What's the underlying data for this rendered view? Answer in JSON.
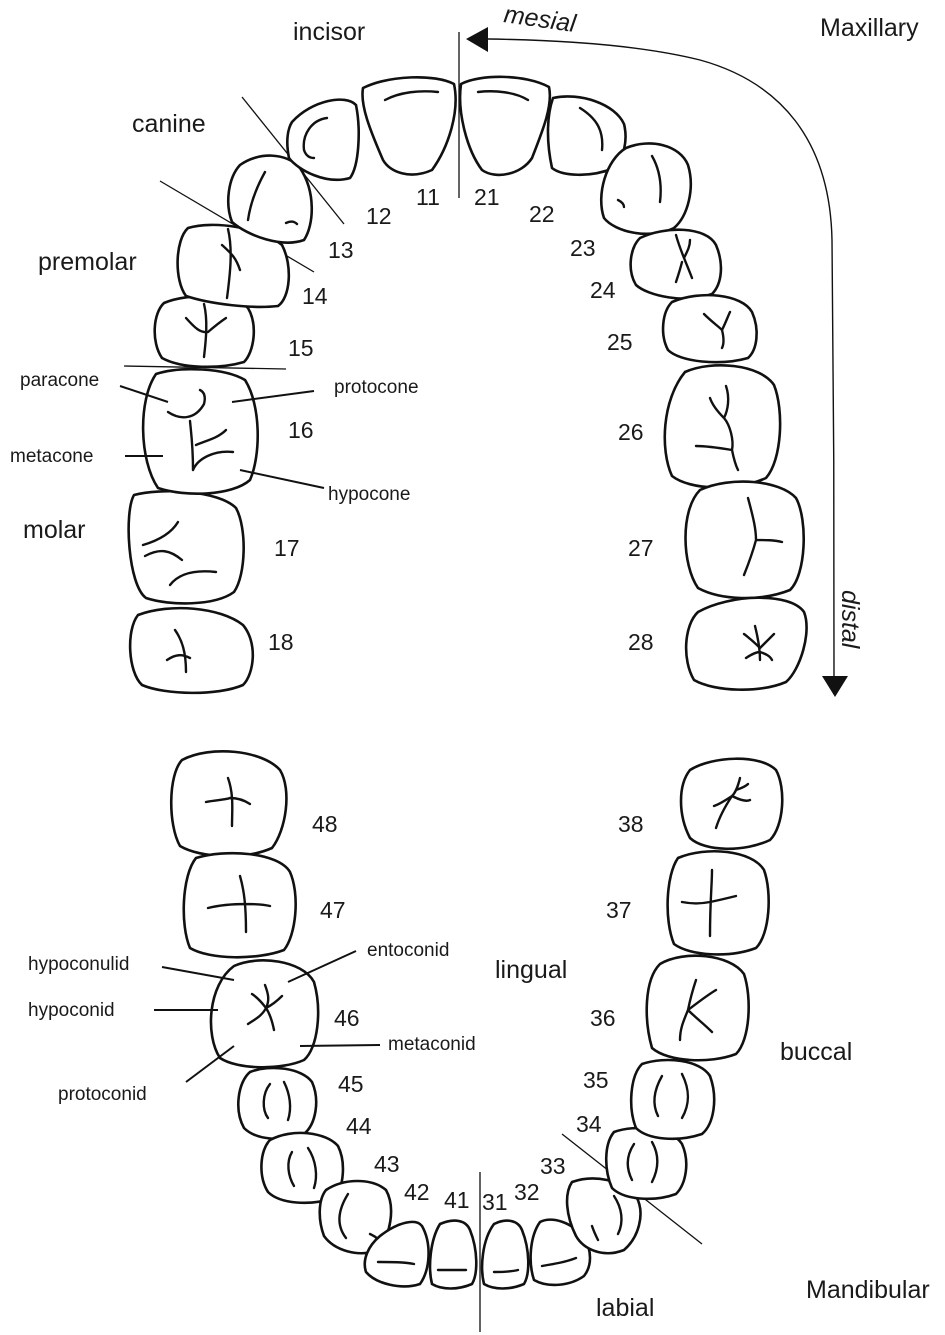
{
  "title_upper": "Maxillary",
  "title_lower": "Mandibular",
  "direction": {
    "mesial": "mesial",
    "distal": "distal"
  },
  "regions": {
    "incisor": "incisor",
    "canine": "canine",
    "premolar": "premolar",
    "molar": "molar",
    "lingual": "lingual",
    "buccal": "buccal",
    "labial": "labial"
  },
  "maxillary_cusps": {
    "paracone": "paracone",
    "protocone": "protocone",
    "metacone": "metacone",
    "hypocone": "hypocone"
  },
  "mandibular_cusps": {
    "hypoconulid": "hypoconulid",
    "entoconid": "entoconid",
    "hypoconid": "hypoconid",
    "metaconid": "metaconid",
    "protoconid": "protoconid"
  },
  "maxillary_teeth": [
    "11",
    "12",
    "13",
    "14",
    "15",
    "16",
    "17",
    "18",
    "21",
    "22",
    "23",
    "24",
    "25",
    "26",
    "27",
    "28"
  ],
  "mandibular_teeth": [
    "31",
    "32",
    "33",
    "34",
    "35",
    "36",
    "37",
    "38",
    "41",
    "42",
    "43",
    "44",
    "45",
    "46",
    "47",
    "48"
  ]
}
